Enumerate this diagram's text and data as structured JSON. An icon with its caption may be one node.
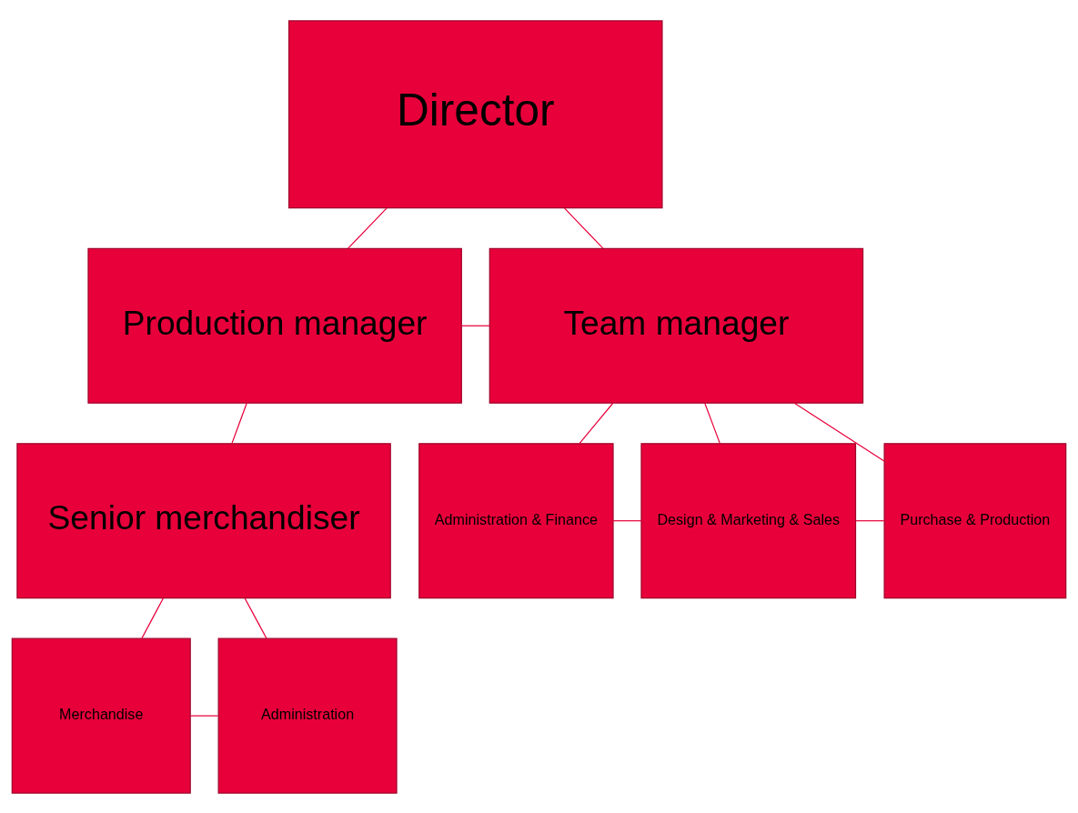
{
  "diagram": {
    "nodes": [
      {
        "text": [
          "Director"
        ]
      },
      {
        "text": [
          "Production manager"
        ]
      },
      {
        "text": [
          "Team manager"
        ]
      },
      {
        "text": [
          "Senior merchandiser"
        ]
      },
      {
        "text": [
          "Administration & Finance"
        ]
      },
      {
        "text": [
          "Design & Marketing & Sales"
        ]
      },
      {
        "text": [
          "Purchase & Production"
        ]
      },
      {
        "text": [
          "Merchandise"
        ]
      },
      {
        "text": [
          "Administration"
        ]
      }
    ],
    "edges": [
      {
        "from": 0,
        "to": 1,
        "arrow": "none"
      },
      {
        "from": 0,
        "to": 2,
        "arrow": "none"
      },
      {
        "from": 1,
        "to": 2,
        "arrow": "none"
      },
      {
        "from": 1,
        "to": 3,
        "arrow": "none"
      },
      {
        "from": 2,
        "to": 4,
        "arrow": "none"
      },
      {
        "from": 2,
        "to": 5,
        "arrow": "none"
      },
      {
        "from": 2,
        "to": 6,
        "arrow": "none"
      },
      {
        "from": 4,
        "to": 5,
        "arrow": "none"
      },
      {
        "from": 5,
        "to": 6,
        "arrow": "none"
      },
      {
        "from": 3,
        "to": 7,
        "arrow": "none"
      },
      {
        "from": 3,
        "to": 8,
        "arrow": "none"
      },
      {
        "from": 7,
        "to": 8,
        "arrow": "none"
      }
    ]
  }
}
